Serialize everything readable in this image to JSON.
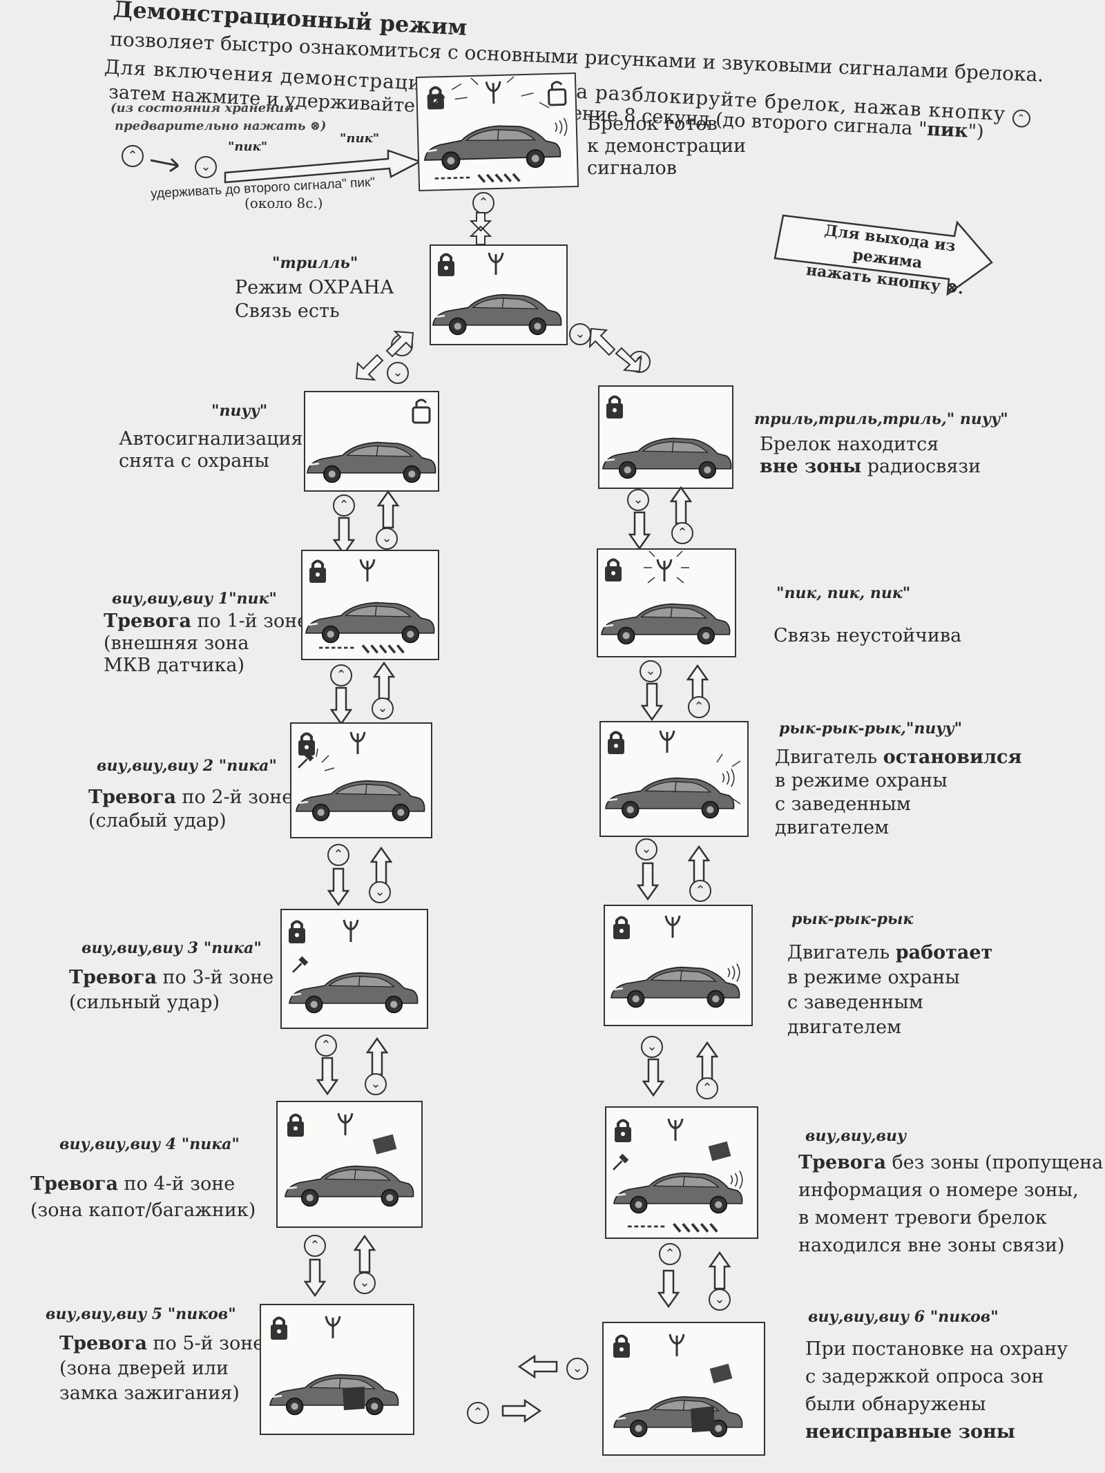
{
  "header": {
    "title": "Демонстрационный режим",
    "line1": "позволяет быстро ознакомиться с основными рисунками и звуковыми сигналами брелока.",
    "line2a": "Для включения демонстрационного режима разблокируйте брелок, нажав кнопку",
    "line3a": "затем нажмите и удерживайте кнопку",
    "line3b": "в течение 8 секунд (до второго сигнала",
    "line3c": "пик",
    "storage_note1": "(из состояния хранения-",
    "storage_note2": "предварительно нажать"
  },
  "intro": {
    "pik1": "\"пик\"",
    "pik2": "\"пик\"",
    "hold_text": "удерживать до второго сигнала\" пик\"",
    "approx": "(около 8с.)",
    "ready_caption": "Брелок готов\nк демонстрации\nсигналов"
  },
  "exit": {
    "text": "Для выхода из режима\nнажать кнопку"
  },
  "buttons": {
    "up": "⌃",
    "down": "⌄",
    "off": "⊗"
  },
  "states": {
    "guard": {
      "sound": "\"трилль\"",
      "text": "Режим ОХРАНА\nСвязь есть"
    },
    "disarmed": {
      "sound": "\"пиуу\"",
      "text": "Автосигнализация\nснята с охраны"
    },
    "outzone": {
      "sound": "триль,триль,триль,\" пиуу\"",
      "text1": "Брелок находится",
      "text2b": "вне зоны",
      "text2": " радиосвязи"
    },
    "zone1": {
      "sound": "виу,виу,виу  1\"пик\"",
      "bold": "Тревога",
      "text1": " по 1-й зоне",
      "text2": "(внешняя зона",
      "text3": "МКВ датчика)"
    },
    "unstable": {
      "sound": "\"пик, пик, пик\"",
      "text": "Связь неустойчива"
    },
    "zone2": {
      "sound": "виу,виу,виу  2 \"пика\"",
      "bold": "Тревога",
      "text1": " по 2-й зоне",
      "text2": "(слабый удар)"
    },
    "engstop": {
      "sound": "рык-рык-рык,\"пиуу\"",
      "text1": "Двигатель ",
      "bold": "остановился",
      "text2": "в режиме охраны",
      "text3": " с заведенным",
      "text4": "двигателем"
    },
    "zone3": {
      "sound": "виу,виу,виу  3 \"пика\"",
      "bold": "Тревога",
      "text1": " по 3-й зоне",
      "text2": "(сильный удар)"
    },
    "engrun": {
      "sound": "рык-рык-рык",
      "text1": "Двигатель ",
      "bold": "работает",
      "text2": "в режиме охраны",
      "text3": " с заведенным",
      "text4": "двигателем"
    },
    "zone4": {
      "sound": "виу,виу,виу  4 \"пика\"",
      "bold": "Тревога",
      "text1": " по 4-й зоне",
      "text2": "(зона капот/багажник)"
    },
    "nozone": {
      "sound": "виу,виу,виу",
      "bold": "Тревога",
      "text1": " без зоны (пропущена",
      "text2": "информация о номере зоны,",
      "text3": "в момент тревоги брелок",
      "text4": "находился вне зоны связи)"
    },
    "zone5": {
      "sound": "виу,виу,виу  5 \"пиков\"",
      "bold": "Тревога",
      "text1": " по 5-й зоне",
      "text2": "(зона дверей или",
      "text3": "замка зажигания)"
    },
    "faulty": {
      "sound": "виу,виу,виу  6 \"пиков\"",
      "text1": "При постановке на охрану",
      "text2": "с задержкой опроса зон",
      "text3": "были  обнаружены",
      "bold": "неисправные зоны"
    }
  }
}
